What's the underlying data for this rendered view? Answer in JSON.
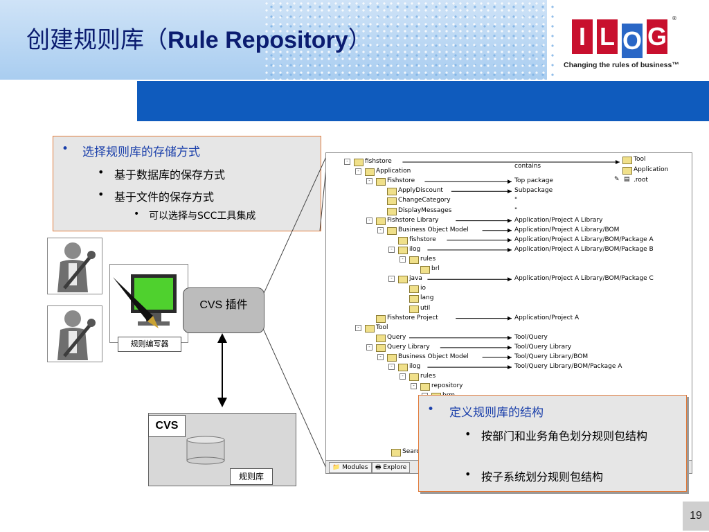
{
  "slide": {
    "title_cn": "创建规则库（",
    "title_en": "Rule Repository",
    "title_close": "）",
    "page_number": "19"
  },
  "logo": {
    "letters": [
      "I",
      "L",
      "O",
      "G"
    ],
    "tagline": "Changing the rules of business™",
    "reg": "®"
  },
  "box1": {
    "bullet1": "选择规则库的存储方式",
    "sub1": "基于数据库的保存方式",
    "sub2": "基于文件的保存方式",
    "subsub1": "可以选择与SCC工具集成"
  },
  "box2": {
    "bullet1": "定义规则库的结构",
    "sub1": "按部门和业务角色划分规则包结构",
    "sub2": "按子系统划分规则包结构"
  },
  "diagram": {
    "editor_label": "规则编写器",
    "plugin_label": "CVS 插件",
    "cvs_label": "CVS",
    "repo_label": "规则库"
  },
  "tree": {
    "nodes": [
      {
        "label": "fishstore",
        "depth": 0,
        "sign": "-"
      },
      {
        "label": "Application",
        "depth": 1,
        "sign": "-"
      },
      {
        "label": "Fishstore",
        "depth": 2,
        "sign": "-"
      },
      {
        "label": "ApplyDiscount",
        "depth": 3,
        "sign": ""
      },
      {
        "label": "ChangeCategory",
        "depth": 3,
        "sign": ""
      },
      {
        "label": "DisplayMessages",
        "depth": 3,
        "sign": ""
      },
      {
        "label": "Fishstore Library",
        "depth": 2,
        "sign": "-"
      },
      {
        "label": "Business Object Model",
        "depth": 3,
        "sign": "-"
      },
      {
        "label": "fishstore",
        "depth": 4,
        "sign": ""
      },
      {
        "label": "ilog",
        "depth": 4,
        "sign": "-"
      },
      {
        "label": "rules",
        "depth": 5,
        "sign": "-"
      },
      {
        "label": "brl",
        "depth": 6,
        "sign": ""
      },
      {
        "label": "java",
        "depth": 4,
        "sign": "-"
      },
      {
        "label": "io",
        "depth": 5,
        "sign": ""
      },
      {
        "label": "lang",
        "depth": 5,
        "sign": ""
      },
      {
        "label": "util",
        "depth": 5,
        "sign": ""
      },
      {
        "label": "Fishstore Project",
        "depth": 2,
        "sign": ""
      },
      {
        "label": "Tool",
        "depth": 1,
        "sign": "-"
      },
      {
        "label": "Query",
        "depth": 2,
        "sign": ""
      },
      {
        "label": "Query Library",
        "depth": 2,
        "sign": "-"
      },
      {
        "label": "Business Object Model",
        "depth": 3,
        "sign": "-"
      },
      {
        "label": "ilog",
        "depth": 4,
        "sign": "-"
      },
      {
        "label": "rules",
        "depth": 5,
        "sign": "-"
      },
      {
        "label": "repository",
        "depth": 6,
        "sign": "-"
      },
      {
        "label": "brm",
        "depth": 7,
        "sign": "-"
      }
    ],
    "tail_label": "Searche",
    "annotations": [
      {
        "row": 0,
        "text": "contains"
      },
      {
        "row": 2,
        "text": "Top package"
      },
      {
        "row": 3,
        "text": "Subpackage"
      },
      {
        "row": 4,
        "text": "\""
      },
      {
        "row": 5,
        "text": "\""
      },
      {
        "row": 6,
        "text": "Application/Project A Library"
      },
      {
        "row": 7,
        "text": "Application/Project A Library/BOM"
      },
      {
        "row": 8,
        "text": "Application/Project A Library/BOM/Package A"
      },
      {
        "row": 9,
        "text": "Application/Project A Library/BOM/Package B"
      },
      {
        "row": 12,
        "text": "Application/Project A Library/BOM/Package C"
      },
      {
        "row": 16,
        "text": "Application/Project A"
      },
      {
        "row": 18,
        "text": "Tool/Query"
      },
      {
        "row": 19,
        "text": "Tool/Query Library"
      },
      {
        "row": 20,
        "text": "Tool/Query Library/BOM"
      },
      {
        "row": 21,
        "text": "Tool/Query Library/BOM/Package A"
      }
    ],
    "right_items": [
      "Tool",
      "Application",
      ".root"
    ],
    "tabs": [
      "Modules",
      "Explore"
    ]
  }
}
